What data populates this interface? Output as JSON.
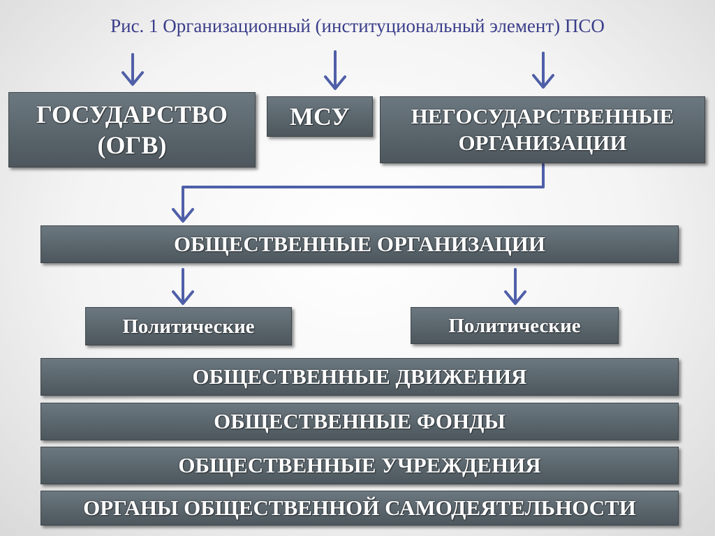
{
  "title": "Рис. 1 Организационный (институциональный элемент) ПСО",
  "boxes": {
    "state_line1": "ГОСУДАРСТВО",
    "state_line2": "(ОГВ)",
    "msu": "МСУ",
    "nongov_line1": "НЕГОСУДАРСТВЕННЫЕ",
    "nongov_line2": "ОРГАНИЗАЦИИ",
    "public_orgs": "ОБЩЕСТВЕННЫЕ ОРГАНИЗАЦИИ",
    "political_left": "Политические",
    "political_right": "Политические",
    "public_movements": "ОБЩЕСТВЕННЫЕ ДВИЖЕНИЯ",
    "public_funds": "ОБЩЕСТВЕННЫЕ ФОНДЫ",
    "public_institutions": "ОБЩЕСТВЕННЫЕ УЧРЕЖДЕНИЯ",
    "self_activity": "ОРГАНЫ ОБЩЕСТВЕННОЙ САМОДЕЯТЕЛЬНОСТИ"
  },
  "colors": {
    "title": "#3a3d8a",
    "arrow": "#4f5fa8",
    "box": "#5a656c"
  }
}
